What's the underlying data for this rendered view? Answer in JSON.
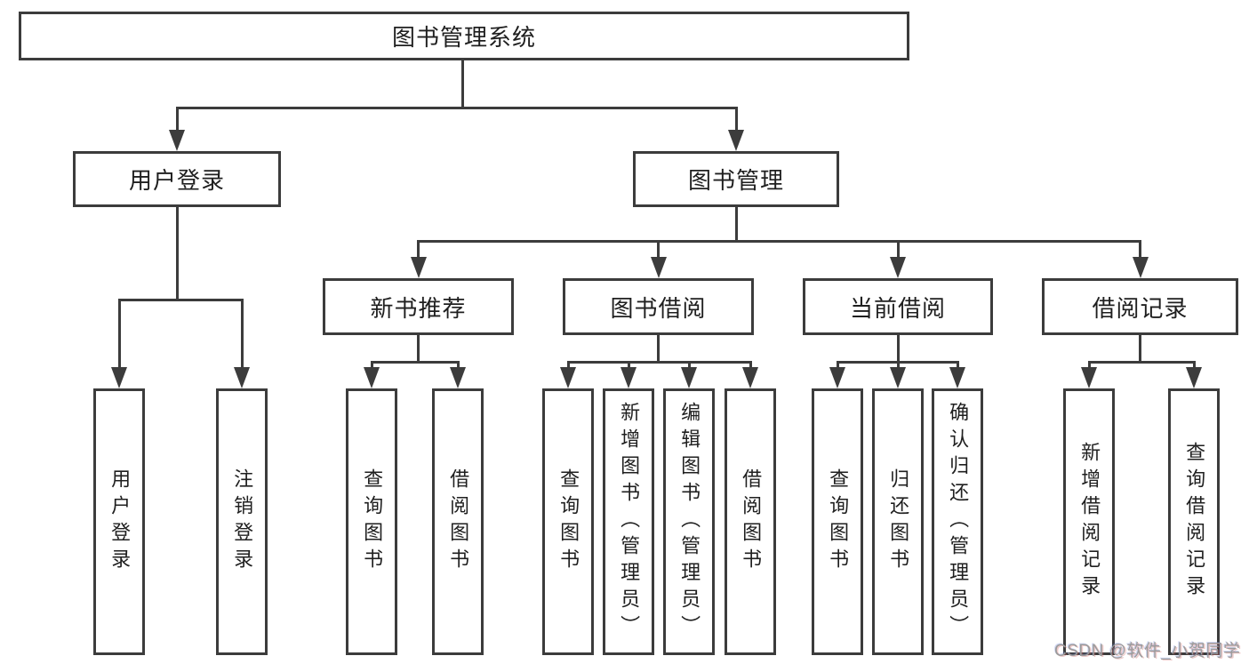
{
  "diagram": {
    "tree": {
      "label": "图书管理系统",
      "children": [
        {
          "label": "用户登录",
          "children": [
            {
              "label": "用户登录"
            },
            {
              "label": "注销登录"
            }
          ]
        },
        {
          "label": "图书管理",
          "children": [
            {
              "label": "新书推荐",
              "children": [
                {
                  "label": "查询图书"
                },
                {
                  "label": "借阅图书"
                }
              ]
            },
            {
              "label": "图书借阅",
              "children": [
                {
                  "label": "查询图书"
                },
                {
                  "label": "新增图书（管理员）"
                },
                {
                  "label": "编辑图书（管理员）"
                },
                {
                  "label": "借阅图书"
                }
              ]
            },
            {
              "label": "当前借阅",
              "children": [
                {
                  "label": "查询图书"
                },
                {
                  "label": "归还图书"
                },
                {
                  "label": "确认归还（管理员）"
                }
              ]
            },
            {
              "label": "借阅记录",
              "children": [
                {
                  "label": "新增借阅记录"
                },
                {
                  "label": "查询借阅记录"
                }
              ]
            }
          ]
        }
      ]
    },
    "watermark": {
      "text": "CSDN @软件_小贺同学"
    },
    "colors": {
      "line": "#3c3c3c",
      "text": "#1f1f1f",
      "background": "#ffffff",
      "watermark": "#9b9b9b"
    }
  }
}
